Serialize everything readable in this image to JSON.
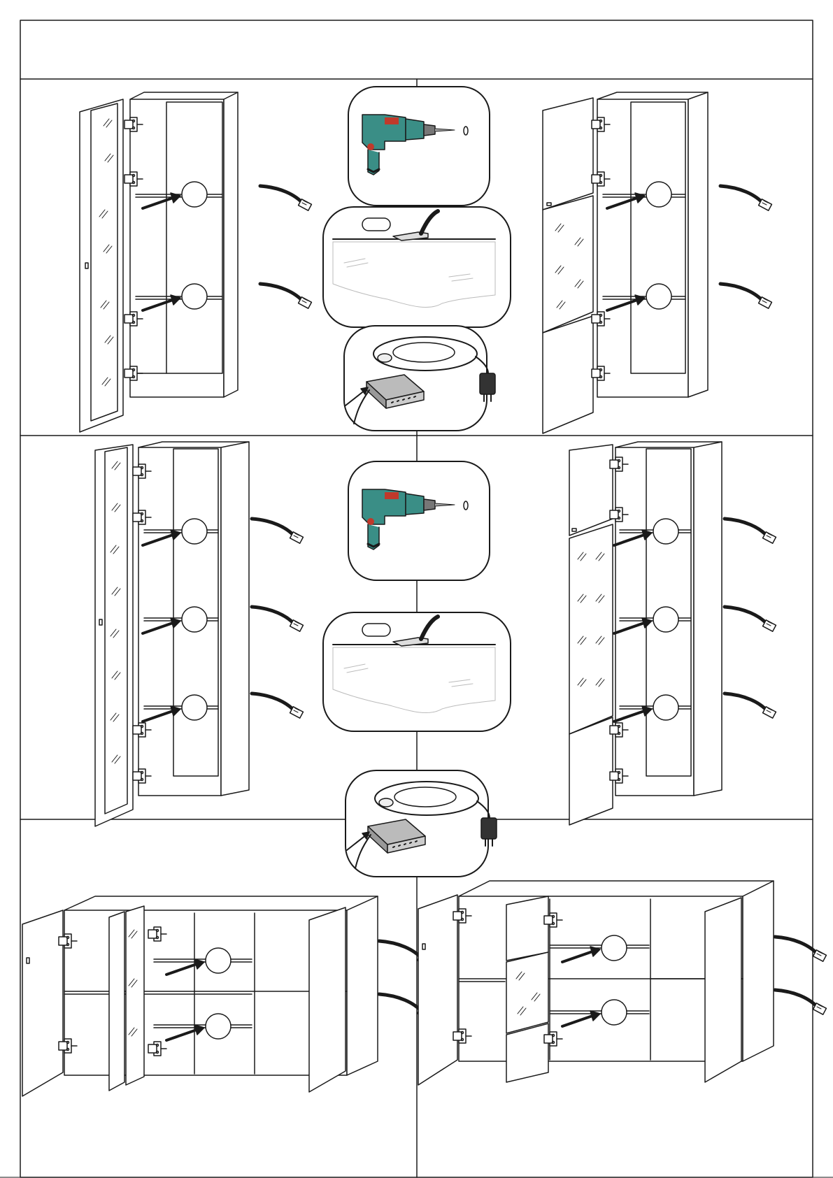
{
  "sheet": {
    "header_text": "",
    "panels": [
      {
        "id": "top-left",
        "shelf_markers": 2,
        "cable_count": 2
      },
      {
        "id": "top-right",
        "shelf_markers": 2,
        "cable_count": 2
      },
      {
        "id": "mid-left",
        "shelf_markers": 3,
        "cable_count": 3
      },
      {
        "id": "mid-right",
        "shelf_markers": 3,
        "cable_count": 3
      },
      {
        "id": "bottom-left",
        "shelf_markers": 2,
        "cable_count": 2
      },
      {
        "id": "bottom-right",
        "shelf_markers": 2,
        "cable_count": 2
      }
    ],
    "steps": [
      {
        "id": "drill-hole",
        "icon": "drill-icon"
      },
      {
        "id": "mount-spot-light",
        "icon": "glass-shelf-icon"
      },
      {
        "id": "connect-power",
        "icon": "power-distributor-icon"
      }
    ]
  },
  "colors": {
    "line": "#1a1a1a",
    "drill_body": "#3a8e86",
    "drill_accent": "#c0392b",
    "adapter": "#333333",
    "glass": "#bbbbbb"
  }
}
